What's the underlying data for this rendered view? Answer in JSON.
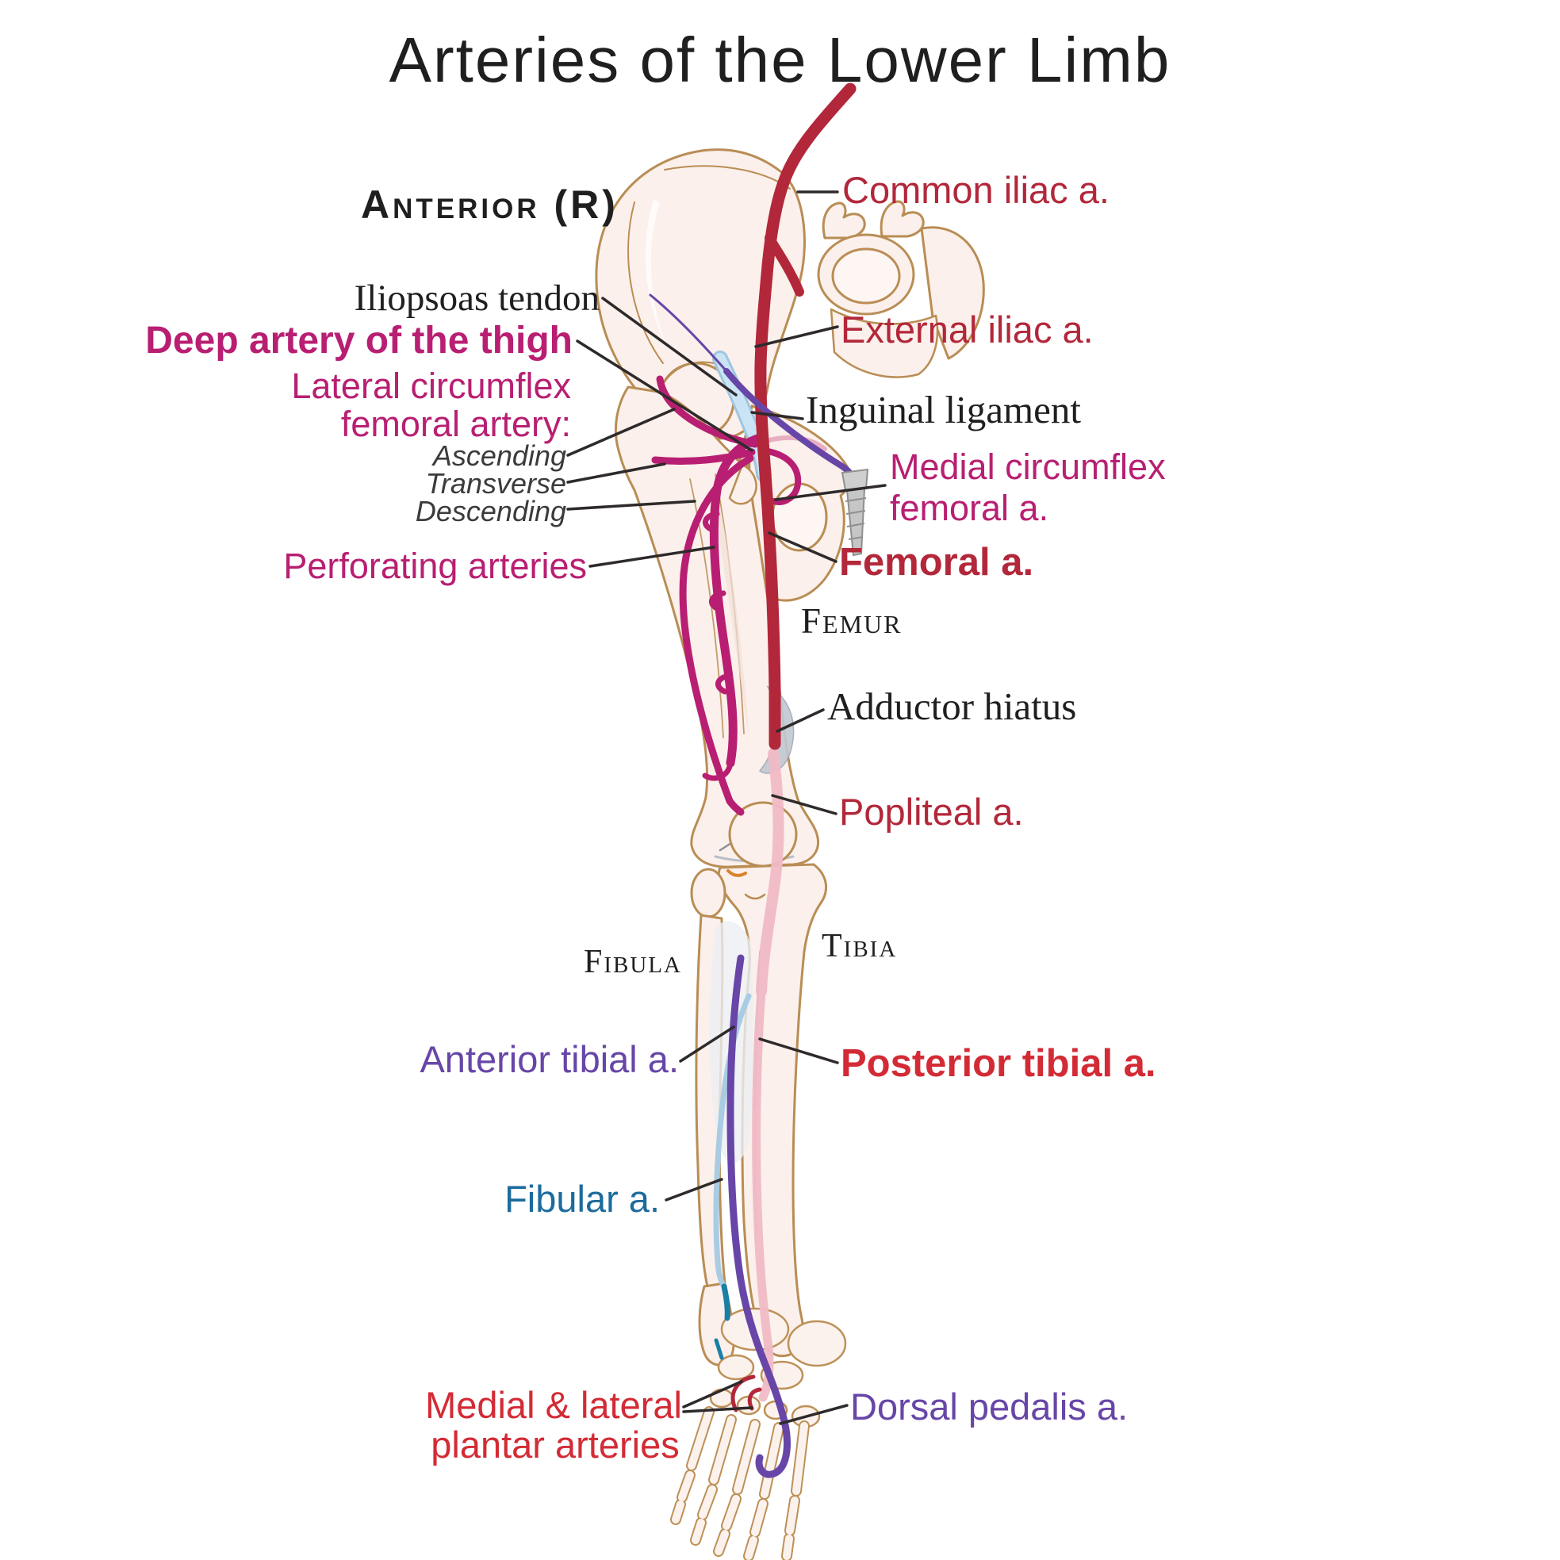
{
  "title": "Arteries of the Lower Limb",
  "orientation_label": "Anterior (R)",
  "labels": {
    "common_iliac": "Common iliac a.",
    "external_iliac": "External iliac a.",
    "iliopsoas_tendon": "Iliopsoas tendon",
    "deep_artery_thigh": "Deep artery of the thigh",
    "lateral_circumflex_line1": "Lateral circumflex",
    "lateral_circumflex_line2": "femoral artery:",
    "ascending_branch": "Ascending",
    "transverse_branch": "Transverse",
    "descending_branch": "Descending",
    "inguinal_ligament": "Inguinal ligament",
    "medial_circumflex_line1": "Medial circumflex",
    "medial_circumflex_line2": "femoral a.",
    "perforating_arteries": "Perforating arteries",
    "femoral_artery": "Femoral a.",
    "femur_bone": "Femur",
    "adductor_hiatus": "Adductor hiatus",
    "popliteal_artery": "Popliteal a.",
    "fibula_bone": "Fibula",
    "tibia_bone": "Tibia",
    "anterior_tibial": "Anterior tibial a.",
    "posterior_tibial": "Posterior tibial a.",
    "fibular_artery": "Fibular a.",
    "plantar_line1": "Medial & lateral",
    "plantar_line2": "plantar arteries",
    "dorsal_pedalis": "Dorsal pedalis a."
  },
  "colors": {
    "crimson_artery": "#B3273A",
    "bright_red_label": "#D32B35",
    "magenta_artery": "#B81F72",
    "purple_artery": "#6746A8",
    "teal_label": "#1D6B9C",
    "pale_pink_artery": "#F0BAC6",
    "light_blue_artery": "#A9CCE3",
    "tendon_blue": "#CBE4F5",
    "bone_fill": "#FBF0EB",
    "bone_outline": "#B98D55",
    "gray_structure": "#C2C8D2",
    "leader_line": "#2E2A2B",
    "title_ink": "#1F1F1F"
  }
}
